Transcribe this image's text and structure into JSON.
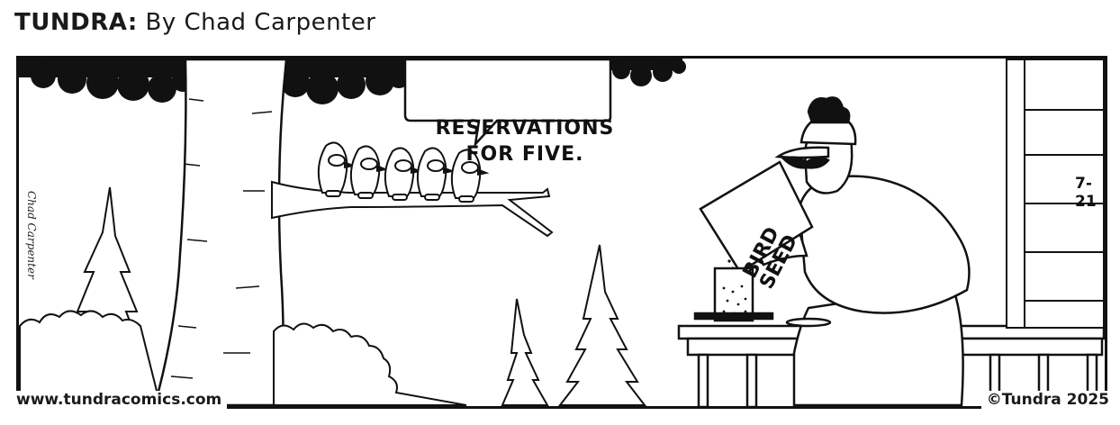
{
  "header": {
    "strip_name": "TUNDRA:",
    "byline": "By Chad Carpenter"
  },
  "panel": {
    "speech_bubble": [
      "RESERVATIONS",
      "FOR FIVE."
    ],
    "date_label": "7-21",
    "bag_label": [
      "BIRD",
      "SEED"
    ],
    "signature": "Chad Carpenter",
    "bird_count": 5
  },
  "footer": {
    "website": "www.tundracomics.com",
    "copyright": "©Tundra 2025"
  },
  "colors": {
    "ink": "#111111",
    "paper": "#ffffff"
  }
}
